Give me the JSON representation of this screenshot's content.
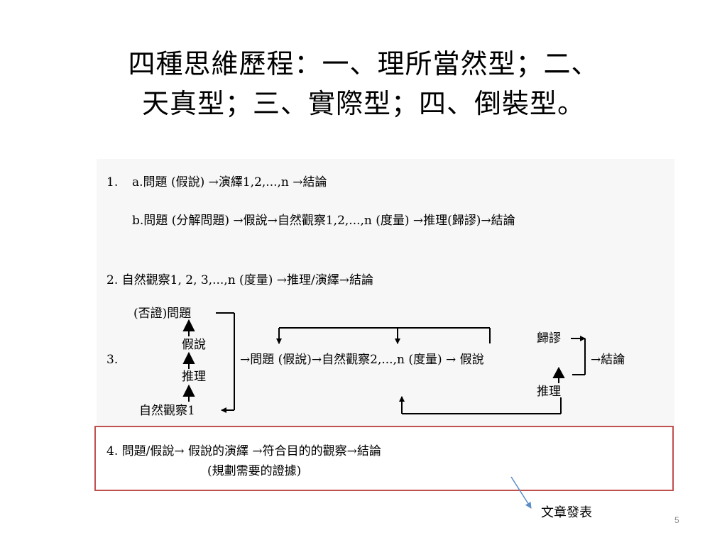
{
  "slide": {
    "title_line1": "四種思維歷程：一、理所當然型；二、",
    "title_line2": "天真型；三、實際型；四、倒裝型。",
    "page_number": "5"
  },
  "diagram": {
    "row1a": {
      "num": "1.",
      "text": "a.問題 (假說) →演繹1,2,...,n →結論"
    },
    "row1b": {
      "text": "b.問題 (分解問題) →假說→自然觀察1,2,...,n (度量) →推理(歸謬)→結論"
    },
    "row2": {
      "text": "2. 自然觀察1, 2, 3,...,n (度量) →推理/演繹→結論"
    },
    "row3": {
      "num": "3.",
      "left_stack": [
        "(否證)問題",
        "假說",
        "推理",
        "自然觀察1"
      ],
      "main": "→問題 (假說)→自然觀察2,...,n (度量) → 假說",
      "right_top": "歸謬",
      "right_bottom": "推理",
      "conclusion": "→結論"
    },
    "row4": {
      "line1": "4. 問題/假說→   假說的演繹     →符合目的的觀察→結論",
      "line2": "(規劃需要的證據)"
    },
    "callout": "文章發表",
    "colors": {
      "highlight_border": "#c0504d",
      "callout_line": "#5b8dc9"
    }
  }
}
